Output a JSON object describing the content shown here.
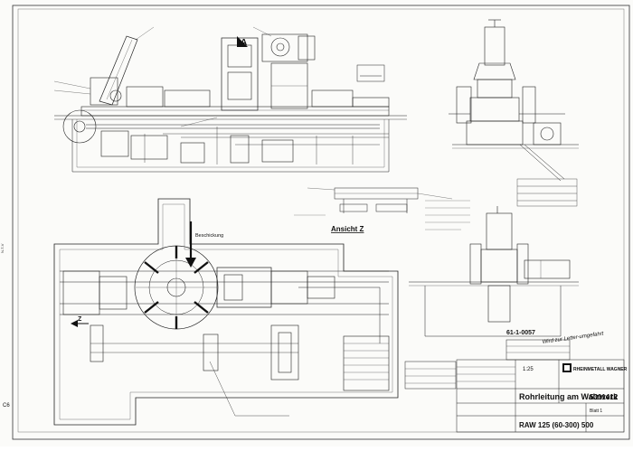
{
  "drawing": {
    "label_a": "A",
    "view_z_title": "Ansicht Z",
    "arrow_z": "Z",
    "arrow_label": "Beschickung",
    "handwritten_note": "Wird zur Letter-umgefahrt",
    "stamp": "61-1-0057",
    "margin_left_text": "C6",
    "margin_left_small": "N-7-V",
    "title_block": {
      "company": "RHEINMETALL WAGNER",
      "title": "Rohrleitung am Walzwerk",
      "drawing_number": "5301412",
      "part_code": "RAW 125 (60-300) 500",
      "scale": "1:25",
      "sheet": "Blatt 1"
    }
  },
  "colors": {
    "paper": "#fbfbf9",
    "ink": "#1a1a1a"
  }
}
